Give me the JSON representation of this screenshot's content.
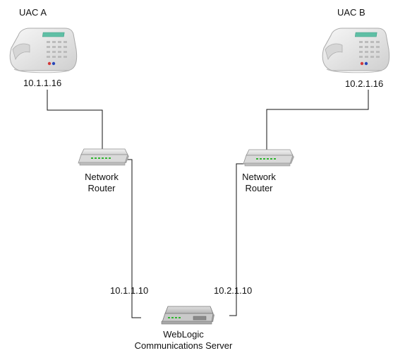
{
  "nodes": {
    "uac_a": {
      "label": "UAC A",
      "ip": "10.1.1.16"
    },
    "uac_b": {
      "label": "UAC B",
      "ip": "10.2.1.16"
    },
    "router_a": {
      "label_line1": "Network",
      "label_line2": "Router"
    },
    "router_b": {
      "label_line1": "Network",
      "label_line2": "Router"
    },
    "server": {
      "label_line1": "WebLogic",
      "label_line2": "Communications Server",
      "port_a": "10.1.1.10",
      "port_b": "10.2.1.10"
    }
  },
  "colors": {
    "line": "#111111",
    "phone_body": "#e4e4e4",
    "phone_display": "#5fbfa5",
    "router_body": "#dcdcdc",
    "router_led": "#2fb52f",
    "server_body": "#c9c9c9"
  },
  "icons": [
    "phone-icon",
    "router-icon",
    "server-icon"
  ]
}
